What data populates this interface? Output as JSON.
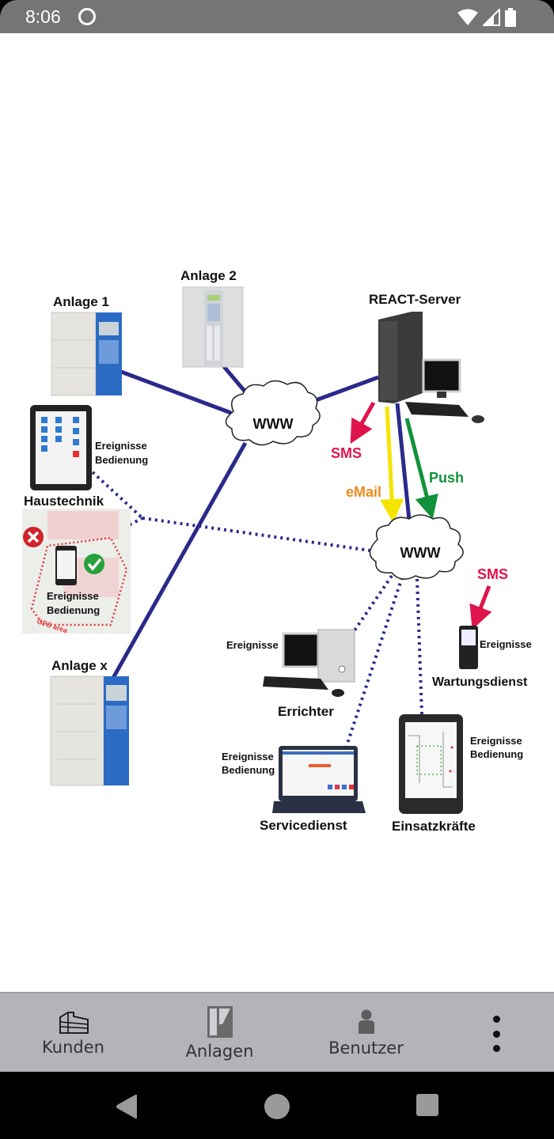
{
  "status_bar": {
    "time": "8:06",
    "icons": [
      "app-notification-icon",
      "wifi-icon",
      "signal-icon",
      "battery-icon"
    ]
  },
  "diagram": {
    "nodes": {
      "anlage1": {
        "label": "Anlage 1"
      },
      "anlage2": {
        "label": "Anlage 2"
      },
      "anlagex": {
        "label": "Anlage x"
      },
      "server": {
        "label": "REACT-Server"
      },
      "www_top": {
        "label": "WWW"
      },
      "www_bottom": {
        "label": "WWW"
      },
      "haustechnik": {
        "label": "Haustechnik",
        "caption_line1": "Ereignisse",
        "caption_line2": "Bedienung"
      },
      "gps_phone": {
        "caption_line1": "Ereignisse",
        "caption_line2": "Bedienung",
        "gps_label": "GPS area"
      },
      "errichter": {
        "label": "Errichter",
        "caption": "Ereignisse"
      },
      "wartungsdienst": {
        "label": "Wartungsdienst",
        "caption": "Ereignisse"
      },
      "servicedienst": {
        "label": "Servicedienst",
        "caption_line1": "Ereignisse",
        "caption_line2": "Bedienung"
      },
      "einsatzkraefte": {
        "label": "Einsatzkräfte",
        "caption_line1": "Ereignisse",
        "caption_line2": "Bedienung"
      }
    },
    "channels": {
      "sms_server": {
        "label": "SMS",
        "color": "#e0144c"
      },
      "email": {
        "label": "eMail",
        "color": "#f08a1c",
        "arrow_color": "#f5e400"
      },
      "push": {
        "label": "Push",
        "color": "#11923a"
      },
      "sms_wartung": {
        "label": "SMS",
        "color": "#e0144c"
      }
    },
    "line_color": "#2a2a8c"
  },
  "bottom_nav": {
    "items": [
      {
        "label": "Kunden",
        "icon": "building-icon"
      },
      {
        "label": "Anlagen",
        "icon": "panel-icon"
      },
      {
        "label": "Benutzer",
        "icon": "user-icon"
      }
    ],
    "more": "more-vert-icon"
  },
  "system_nav": [
    "back-icon",
    "home-icon",
    "recents-icon"
  ]
}
